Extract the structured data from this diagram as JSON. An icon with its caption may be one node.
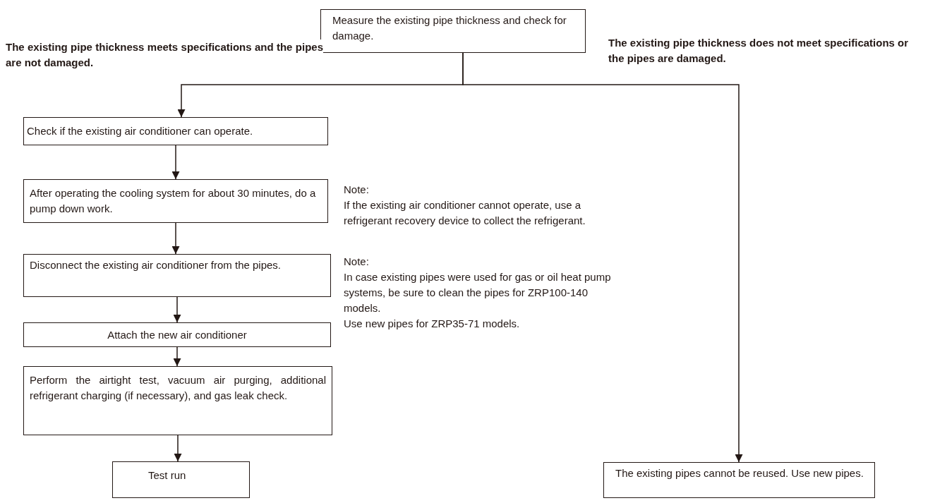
{
  "diagram": {
    "nodes": [
      {
        "text": [
          "Measure the existing pipe thickness and check for damage."
        ]
      },
      {
        "text": [
          "Check if the existing air conditioner can operate."
        ]
      },
      {
        "text": [
          "After operating the cooling system for about 30 minutes, do a pump down work."
        ]
      },
      {
        "text": [
          "Disconnect the existing air conditioner from the pipes."
        ]
      },
      {
        "text": [
          "Attach the new air conditioner"
        ]
      },
      {
        "text": [
          "Perform the airtight test, vacuum air purging, additional refrigerant charging (if necessary), and gas leak check."
        ]
      },
      {
        "text": [
          "Test run"
        ]
      },
      {
        "text": [
          "The existing pipes cannot be reused. Use new pipes."
        ]
      }
    ],
    "edges": [
      {
        "from": 0,
        "to": 1,
        "arrow": "to",
        "label": "The existing pipe thickness meets specifications and the pipes are not damaged."
      },
      {
        "from": 0,
        "to": 7,
        "arrow": "to",
        "label": "The existing pipe thickness does not meet specifications or the pipes are damaged."
      },
      {
        "from": 1,
        "to": 2,
        "arrow": "to"
      },
      {
        "from": 2,
        "to": 3,
        "arrow": "to"
      },
      {
        "from": 3,
        "to": 4,
        "arrow": "to"
      },
      {
        "from": 4,
        "to": 5,
        "arrow": "to"
      },
      {
        "from": 5,
        "to": 6,
        "arrow": "to"
      }
    ],
    "labels": [
      "Note:",
      "If the existing air conditioner cannot operate, use a refrigerant recovery device to collect the refrigerant.",
      "Note:",
      "In case existing pipes were used for gas or oil heat pump systems, be sure to clean the pipes for ZRP100-140 models.",
      "Use new pipes for ZRP35-71 models."
    ]
  }
}
